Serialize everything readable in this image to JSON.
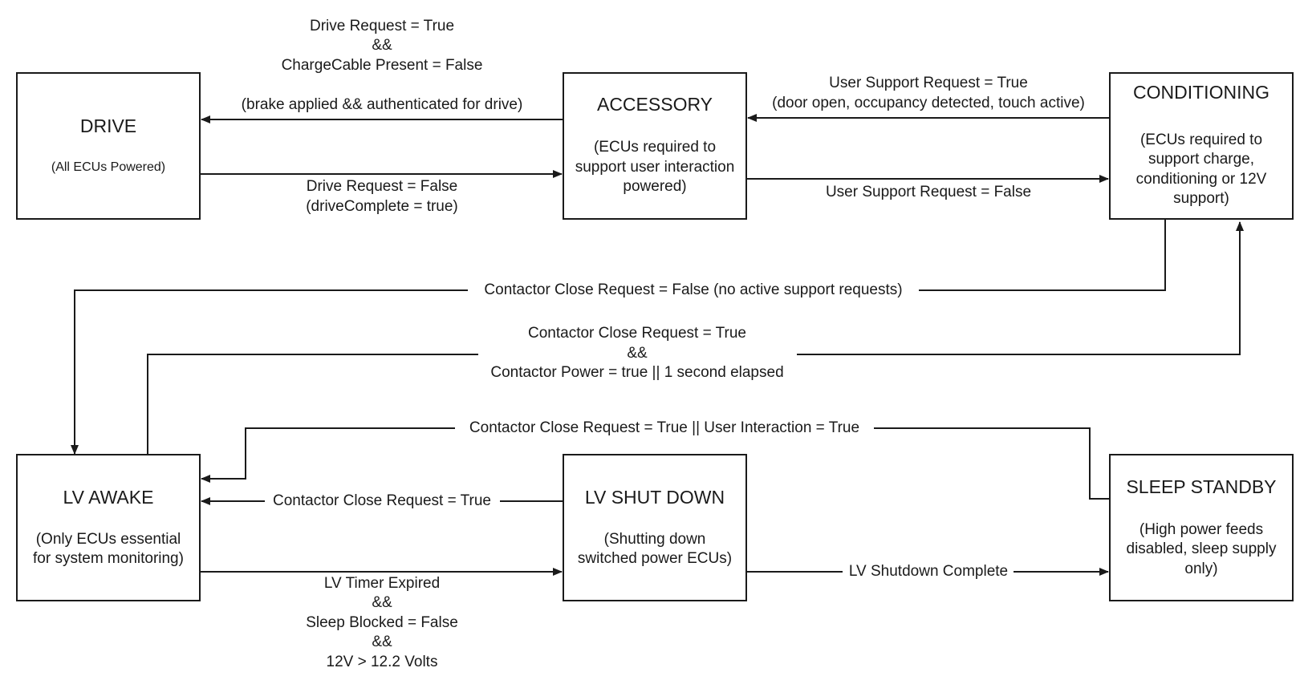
{
  "diagram": {
    "states": {
      "drive": {
        "title": "DRIVE",
        "lines": [
          "(All ECUs Powered)"
        ]
      },
      "accessory": {
        "title": "ACCESSORY",
        "lines": [
          "(ECUs required to",
          "support user interaction",
          "powered)"
        ]
      },
      "conditioning": {
        "title": "CONDITIONING",
        "lines": [
          "(ECUs required to",
          "support charge,",
          "conditioning or 12V",
          "support)"
        ]
      },
      "lv_awake": {
        "title": "LV AWAKE",
        "lines": [
          "(Only ECUs essential",
          "for system monitoring)"
        ]
      },
      "lv_shutdown": {
        "title": "LV SHUT DOWN",
        "lines": [
          "(Shutting down",
          "switched power ECUs)"
        ]
      },
      "sleep_standby": {
        "title": "SLEEP STANDBY",
        "lines": [
          "(High power feeds",
          "disabled, sleep supply",
          "only)"
        ]
      }
    },
    "transitions": {
      "accessory_to_drive": {
        "lines": [
          "Drive Request = True",
          "&&",
          "ChargeCable Present = False",
          "",
          "(brake applied && authenticated for drive)"
        ]
      },
      "drive_to_accessory": {
        "lines": [
          "Drive Request = False",
          "(driveComplete = true)"
        ]
      },
      "conditioning_to_accessory": {
        "lines": [
          "User Support Request = True",
          "(door open, occupancy detected, touch active)"
        ]
      },
      "accessory_to_conditioning": {
        "lines": [
          "User Support Request = False"
        ]
      },
      "conditioning_to_lv_awake": {
        "lines": [
          "Contactor Close Request = False (no active support requests)"
        ]
      },
      "lv_awake_to_conditioning": {
        "lines": [
          "Contactor Close Request = True",
          "&&",
          "Contactor Power = true || 1 second elapsed"
        ]
      },
      "sleep_to_lv_awake": {
        "lines": [
          "Contactor Close Request = True || User Interaction = True"
        ]
      },
      "shutdown_to_lv_awake": {
        "lines": [
          "Contactor Close Request = True"
        ]
      },
      "lv_awake_to_shutdown": {
        "lines": [
          "LV Timer Expired",
          "&&",
          "Sleep Blocked = False",
          "&&",
          "12V > 12.2 Volts"
        ]
      },
      "shutdown_to_sleep": {
        "lines": [
          "LV Shutdown Complete"
        ]
      }
    }
  }
}
